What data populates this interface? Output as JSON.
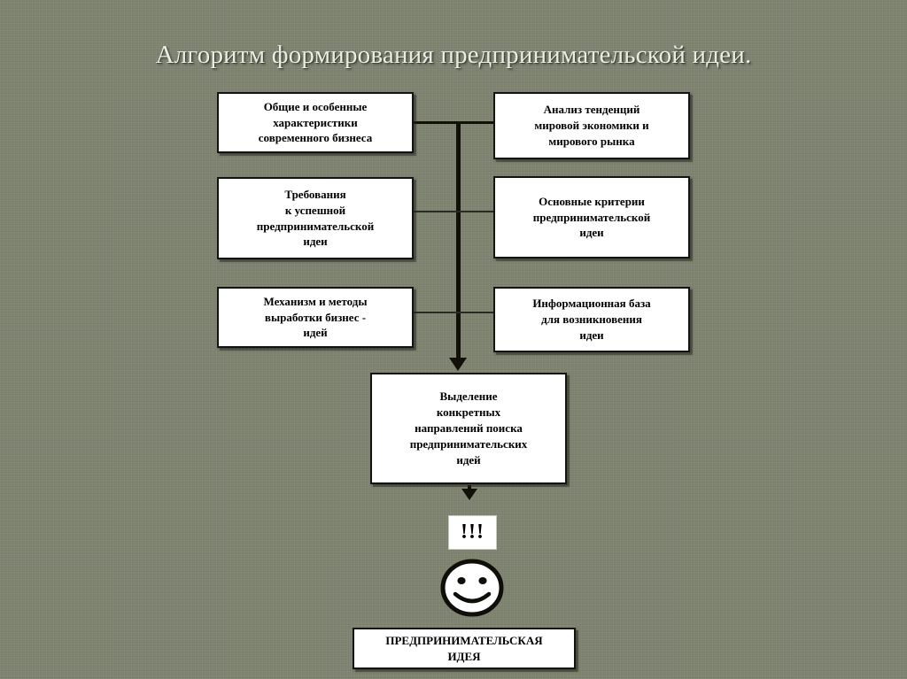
{
  "slide": {
    "title": "Алгоритм формирования предпринимательской идеи.",
    "background_color": "#7e8470",
    "title_color": "#e9ece2",
    "box_fill": "#ffffff",
    "box_border": "#15130f",
    "connector_color": "#121008"
  },
  "diagram": {
    "type": "flowchart",
    "orientation": "top-down",
    "left_column": [
      {
        "id": "box-general-characteristics",
        "text": "Общие и особенные\nхарактеристики\nсовременного бизнеса"
      },
      {
        "id": "box-requirements",
        "text": "Требования\nк успешной\nпредпринимательской\nидеи"
      },
      {
        "id": "box-mechanism-methods",
        "text": "Механизм и методы\nвыработки бизнес -\nидей"
      }
    ],
    "right_column": [
      {
        "id": "box-trend-analysis",
        "text": "Анализ тенденций\nмировой экономики и\nмирового рынка"
      },
      {
        "id": "box-main-criteria",
        "text": "Основные критерии\nпредпринимательской\nидеи"
      },
      {
        "id": "box-information-base",
        "text": "Информационная база\nдля возникновения\nидеи"
      }
    ],
    "central": {
      "id": "box-selection-directions",
      "text": "Выделение\nконкретных\nнаправлений поиска\nпредпринимательских\nидей"
    },
    "exclamation": {
      "id": "box-exclamation",
      "text": "!!!"
    },
    "smiley": {
      "id": "smiley-face",
      "label": "smiley-face-icon"
    },
    "result": {
      "id": "box-result",
      "text": "ПРЕДПРИНИМАТЕЛЬСКАЯ\nИДЕЯ"
    }
  }
}
